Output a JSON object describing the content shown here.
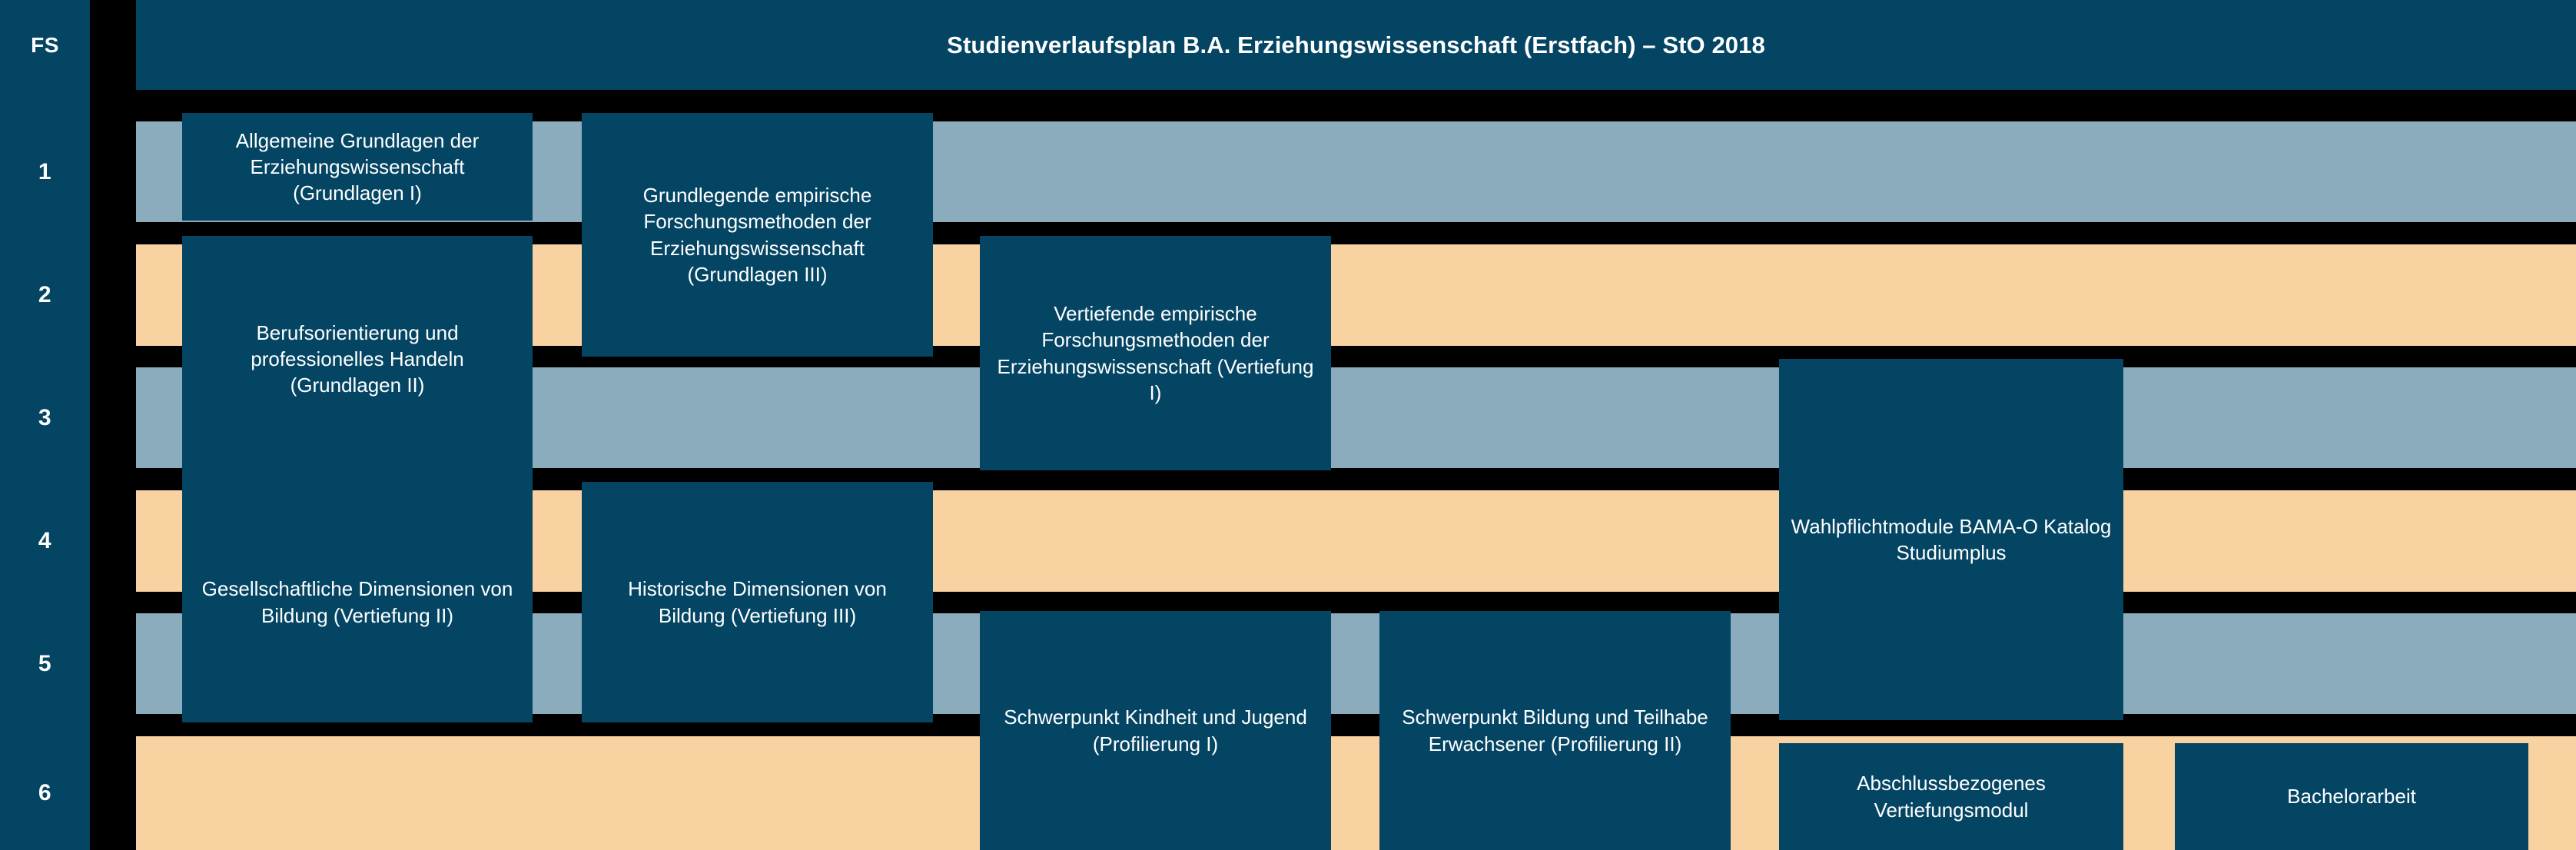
{
  "header": {
    "title": "Studienverlaufsplan B.A. Erziehungswissenschaft (Erstfach) – StO 2018"
  },
  "sidebar": {
    "label": "FS",
    "semesters": [
      "1",
      "2",
      "3",
      "4",
      "5",
      "6"
    ]
  },
  "colors": {
    "dark_blue": "#044564",
    "light_blue": "#8bacbd",
    "peach": "#f9d2a2",
    "background": "#000000",
    "text": "#ffffff"
  },
  "bands": [
    {
      "semester": "1",
      "tone": "odd"
    },
    {
      "semester": "2",
      "tone": "even"
    },
    {
      "semester": "3",
      "tone": "odd"
    },
    {
      "semester": "4",
      "tone": "even"
    },
    {
      "semester": "5",
      "tone": "odd"
    },
    {
      "semester": "6",
      "tone": "even"
    }
  ],
  "modules": [
    {
      "id": "grundlagen-1",
      "label": "Allgemeine Grundlagen der Erziehungswissenschaft (Grundlagen I)",
      "semesters": [
        "1"
      ]
    },
    {
      "id": "grundlagen-3",
      "label": "Grundlegende empirische Forschungsmethoden der Erziehungswissenschaft (Grundlagen III)",
      "semesters": [
        "1",
        "2"
      ]
    },
    {
      "id": "grundlagen-2",
      "label": "Berufsorientierung und professionelles Handeln (Grundlagen II)",
      "semesters": [
        "2",
        "3"
      ]
    },
    {
      "id": "vertiefung-1",
      "label": "Vertiefende empirische Forschungsmethoden der Erziehungswissenschaft (Vertiefung I)",
      "semesters": [
        "2",
        "3"
      ]
    },
    {
      "id": "vertiefung-2",
      "label": "Gesellschaftliche Dimensionen von Bildung (Vertiefung II)",
      "semesters": [
        "4",
        "5"
      ]
    },
    {
      "id": "vertiefung-3",
      "label": "Historische Dimensionen von Bildung (Vertiefung III)",
      "semesters": [
        "4",
        "5"
      ]
    },
    {
      "id": "wahlpflicht-bama-o",
      "label": "Wahlpflichtmodule BAMA-O Katalog Studiumplus",
      "semesters": [
        "3",
        "4",
        "5"
      ]
    },
    {
      "id": "profilierung-1",
      "label": "Schwerpunkt Kindheit und Jugend (Profilierung I)",
      "semesters": [
        "5",
        "6"
      ]
    },
    {
      "id": "profilierung-2",
      "label": "Schwerpunkt Bildung und Teilhabe Erwachsener (Profilierung II)",
      "semesters": [
        "5",
        "6"
      ]
    },
    {
      "id": "abschlussmodul",
      "label": "Abschlussbezogenes Vertiefungsmodul",
      "semesters": [
        "6"
      ]
    },
    {
      "id": "bachelorarbeit",
      "label": "Bachelorarbeit",
      "semesters": [
        "6"
      ]
    }
  ]
}
